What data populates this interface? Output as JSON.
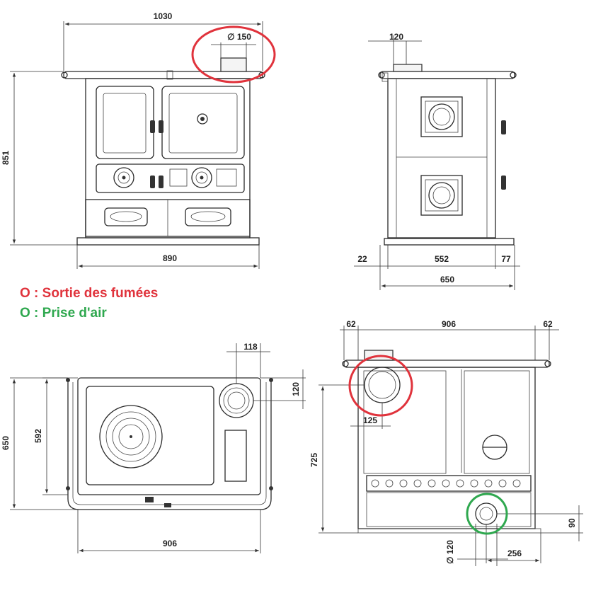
{
  "legend": {
    "smoke_outlet": "O : Sortie des fumées",
    "air_intake": "O : Prise d'air",
    "smoke_color": "#e0333c",
    "air_color": "#2fa84f"
  },
  "views": {
    "front": {
      "width_total": "1030",
      "flue_diameter": "∅ 150",
      "height": "851",
      "width_base": "890"
    },
    "side": {
      "flue_offset": "120",
      "back_offset": "22",
      "body_depth": "552",
      "front_offset": "77",
      "depth_total": "650"
    },
    "top": {
      "flue_offset_x": "118",
      "flue_offset_y": "120",
      "depth_total": "650",
      "depth_body": "592",
      "width_body": "906"
    },
    "rear": {
      "rail_left": "62",
      "width_body": "906",
      "rail_right": "62",
      "flue_offset_x": "125",
      "flue_height": "725",
      "air_diameter": "∅ 120",
      "air_height": "90",
      "air_offset_x": "256"
    }
  }
}
